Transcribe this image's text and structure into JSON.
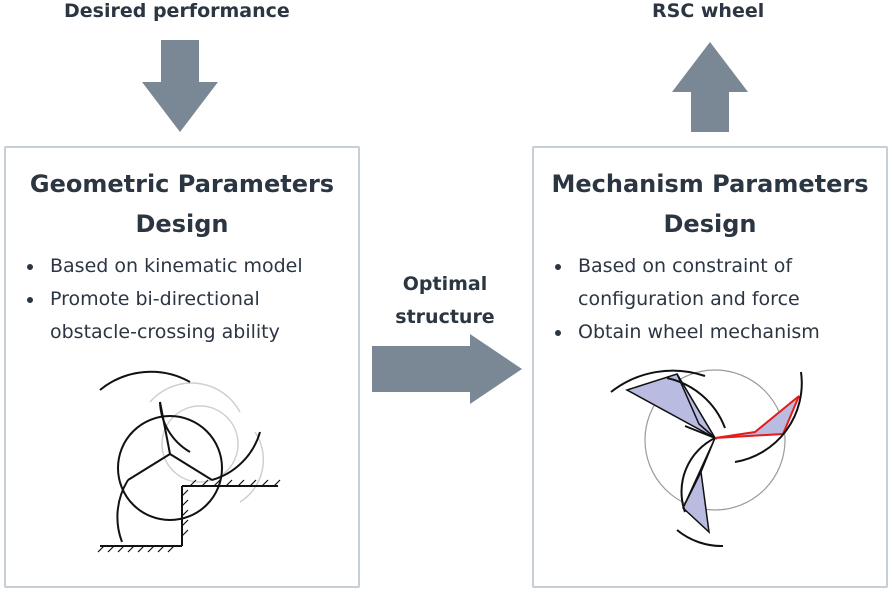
{
  "top": {
    "input_label": "Desired performance",
    "output_label": "RSC wheel"
  },
  "left_panel": {
    "title_line1": "Geometric Parameters",
    "title_line2": "Design",
    "bullets": [
      "Based on kinematic model",
      "Promote bi-directional",
      "obstacle-crossing ability"
    ]
  },
  "middle": {
    "label_line1": "Optimal",
    "label_line2": "structure"
  },
  "right_panel": {
    "title_line1": "Mechanism Parameters",
    "title_line2": "Design",
    "bullets": [
      "Based on constraint of",
      "configuration and force",
      "Obtain wheel mechanism"
    ]
  },
  "colors": {
    "arrow": "#7a8794",
    "panel_border": "#c7cfd6",
    "text": "#2b3642",
    "link_fill": "#b9bbe0",
    "highlight": "#e31c1c"
  }
}
